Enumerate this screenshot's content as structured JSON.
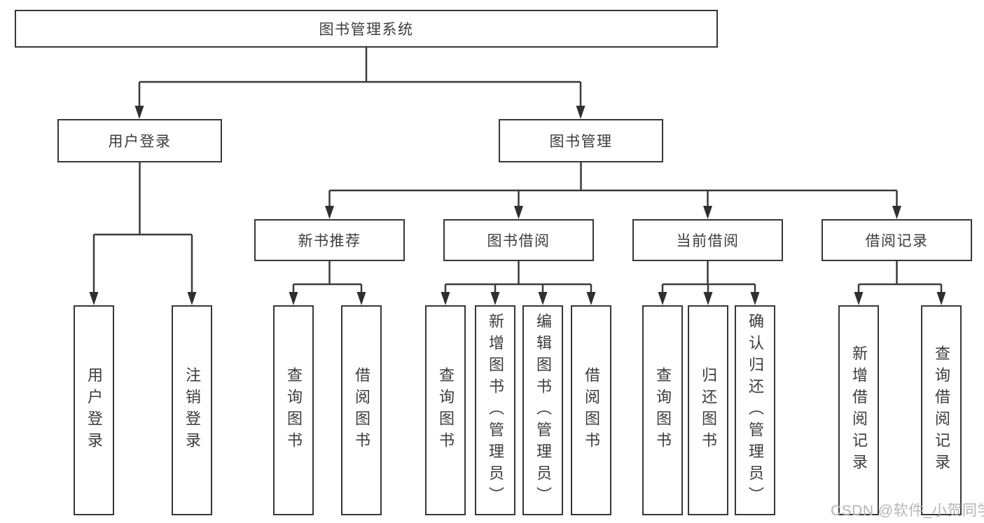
{
  "diagram": {
    "colors": {
      "line": "#3a3a3a",
      "arrow": "#2f2f2f",
      "border": "#373737",
      "text": "#3c3c3c",
      "background": "#ffffff",
      "watermark_color": "#b5b5b5"
    },
    "tree": {
      "label": "图书管理系统",
      "children": [
        {
          "label": "用户登录",
          "children": [
            {
              "label": "用户登录"
            },
            {
              "label": "注销登录"
            }
          ]
        },
        {
          "label": "图书管理",
          "children": [
            {
              "label": "新书推荐",
              "children": [
                {
                  "label": "查询图书"
                },
                {
                  "label": "借阅图书"
                }
              ]
            },
            {
              "label": "图书借阅",
              "children": [
                {
                  "label": "查询图书"
                },
                {
                  "label": "新增图书（管理员）"
                },
                {
                  "label": "编辑图书（管理员）"
                },
                {
                  "label": "借阅图书"
                }
              ]
            },
            {
              "label": "当前借阅",
              "children": [
                {
                  "label": "查询图书"
                },
                {
                  "label": "归还图书"
                },
                {
                  "label": "确认归还（管理员）"
                }
              ]
            },
            {
              "label": "借阅记录",
              "children": [
                {
                  "label": "新增借阅记录"
                },
                {
                  "label": "查询借阅记录"
                }
              ]
            }
          ]
        }
      ]
    },
    "watermark": "CSDN @软件_小贺同学"
  }
}
